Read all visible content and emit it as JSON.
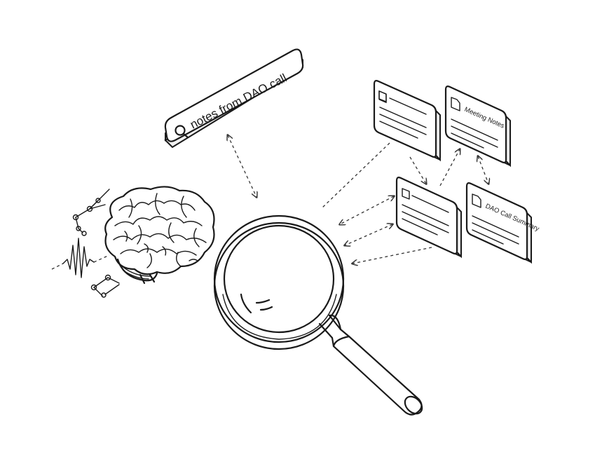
{
  "search": {
    "query": "notes from DAO call"
  },
  "cards": {
    "meeting_notes_title": "Meeting Notes",
    "dao_summary_title": "DAO Call Summary"
  },
  "colors": {
    "ink": "#1a1a1a",
    "background": "#ffffff"
  },
  "icons": [
    "search-icon",
    "brain-icon",
    "magnifying-glass-icon",
    "document-icon",
    "waveform-icon",
    "network-nodes-icon"
  ]
}
